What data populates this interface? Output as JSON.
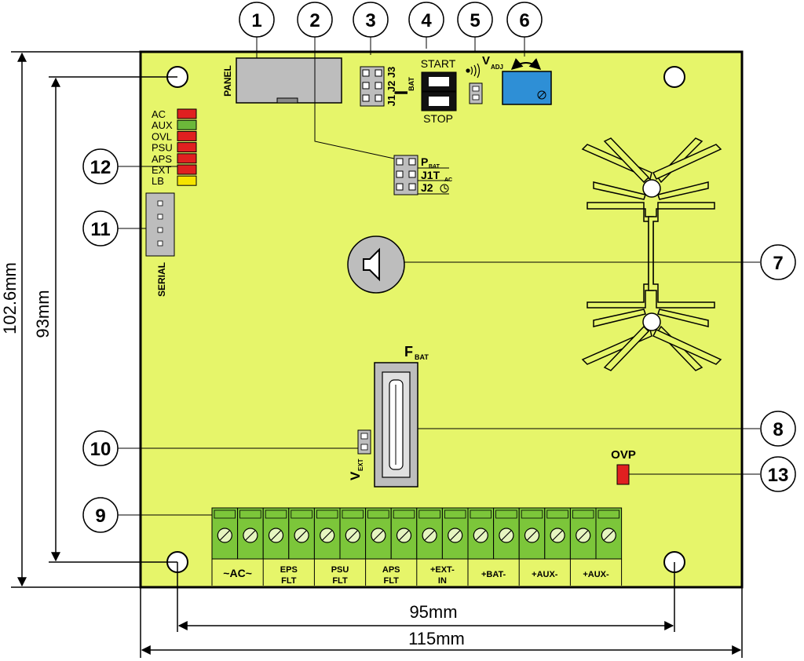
{
  "callouts": [
    "1",
    "2",
    "3",
    "4",
    "5",
    "6",
    "7",
    "8",
    "9",
    "10",
    "11",
    "12",
    "13"
  ],
  "labels": {
    "panel": "PANEL",
    "start": "START",
    "stop": "STOP",
    "j1j2j3": "J1 J2 J3",
    "ibat_i": "I",
    "ibat_sub": "BAT",
    "vadj_v": "V",
    "vadj_sub": "ADJ",
    "pbat_p": "P",
    "pbat_sub": "BAT",
    "j1tac_main": "J1T",
    "j1tac_sub": "AC",
    "j2": "J2",
    "serial": "SERIAL",
    "fbat_f": "F",
    "fbat_sub": "BAT",
    "vext_v": "V",
    "vext_sub": "EXT",
    "ovp": "OVP"
  },
  "leds": [
    {
      "label": "AC",
      "color": "#e02020"
    },
    {
      "label": "AUX",
      "color": "#6cb83a"
    },
    {
      "label": "OVL",
      "color": "#e02020"
    },
    {
      "label": "PSU",
      "color": "#e02020"
    },
    {
      "label": "APS",
      "color": "#e02020"
    },
    {
      "label": "EXT",
      "color": "#e02020"
    },
    {
      "label": "LB",
      "color": "#f5e400"
    }
  ],
  "terminals": [
    {
      "line1": "~AC~",
      "line2": ""
    },
    {
      "line1": "EPS",
      "line2": "FLT"
    },
    {
      "line1": "PSU",
      "line2": "FLT"
    },
    {
      "line1": "APS",
      "line2": "FLT"
    },
    {
      "line1": "+EXT-",
      "line2": "IN"
    },
    {
      "line1": "+BAT-",
      "line2": ""
    },
    {
      "line1": "+AUX-",
      "line2": ""
    },
    {
      "line1": "+AUX-",
      "line2": ""
    }
  ],
  "dimensions": {
    "board_width": "115mm",
    "hole_spacing_x": "95mm",
    "board_height": "102.6mm",
    "hole_spacing_y": "93mm"
  },
  "colors": {
    "board": "#e6f56a",
    "terminal": "#7cc63a",
    "trimmer": "#2e8fd6",
    "ovp": "#e02020",
    "connector": "#bdbdbd"
  }
}
